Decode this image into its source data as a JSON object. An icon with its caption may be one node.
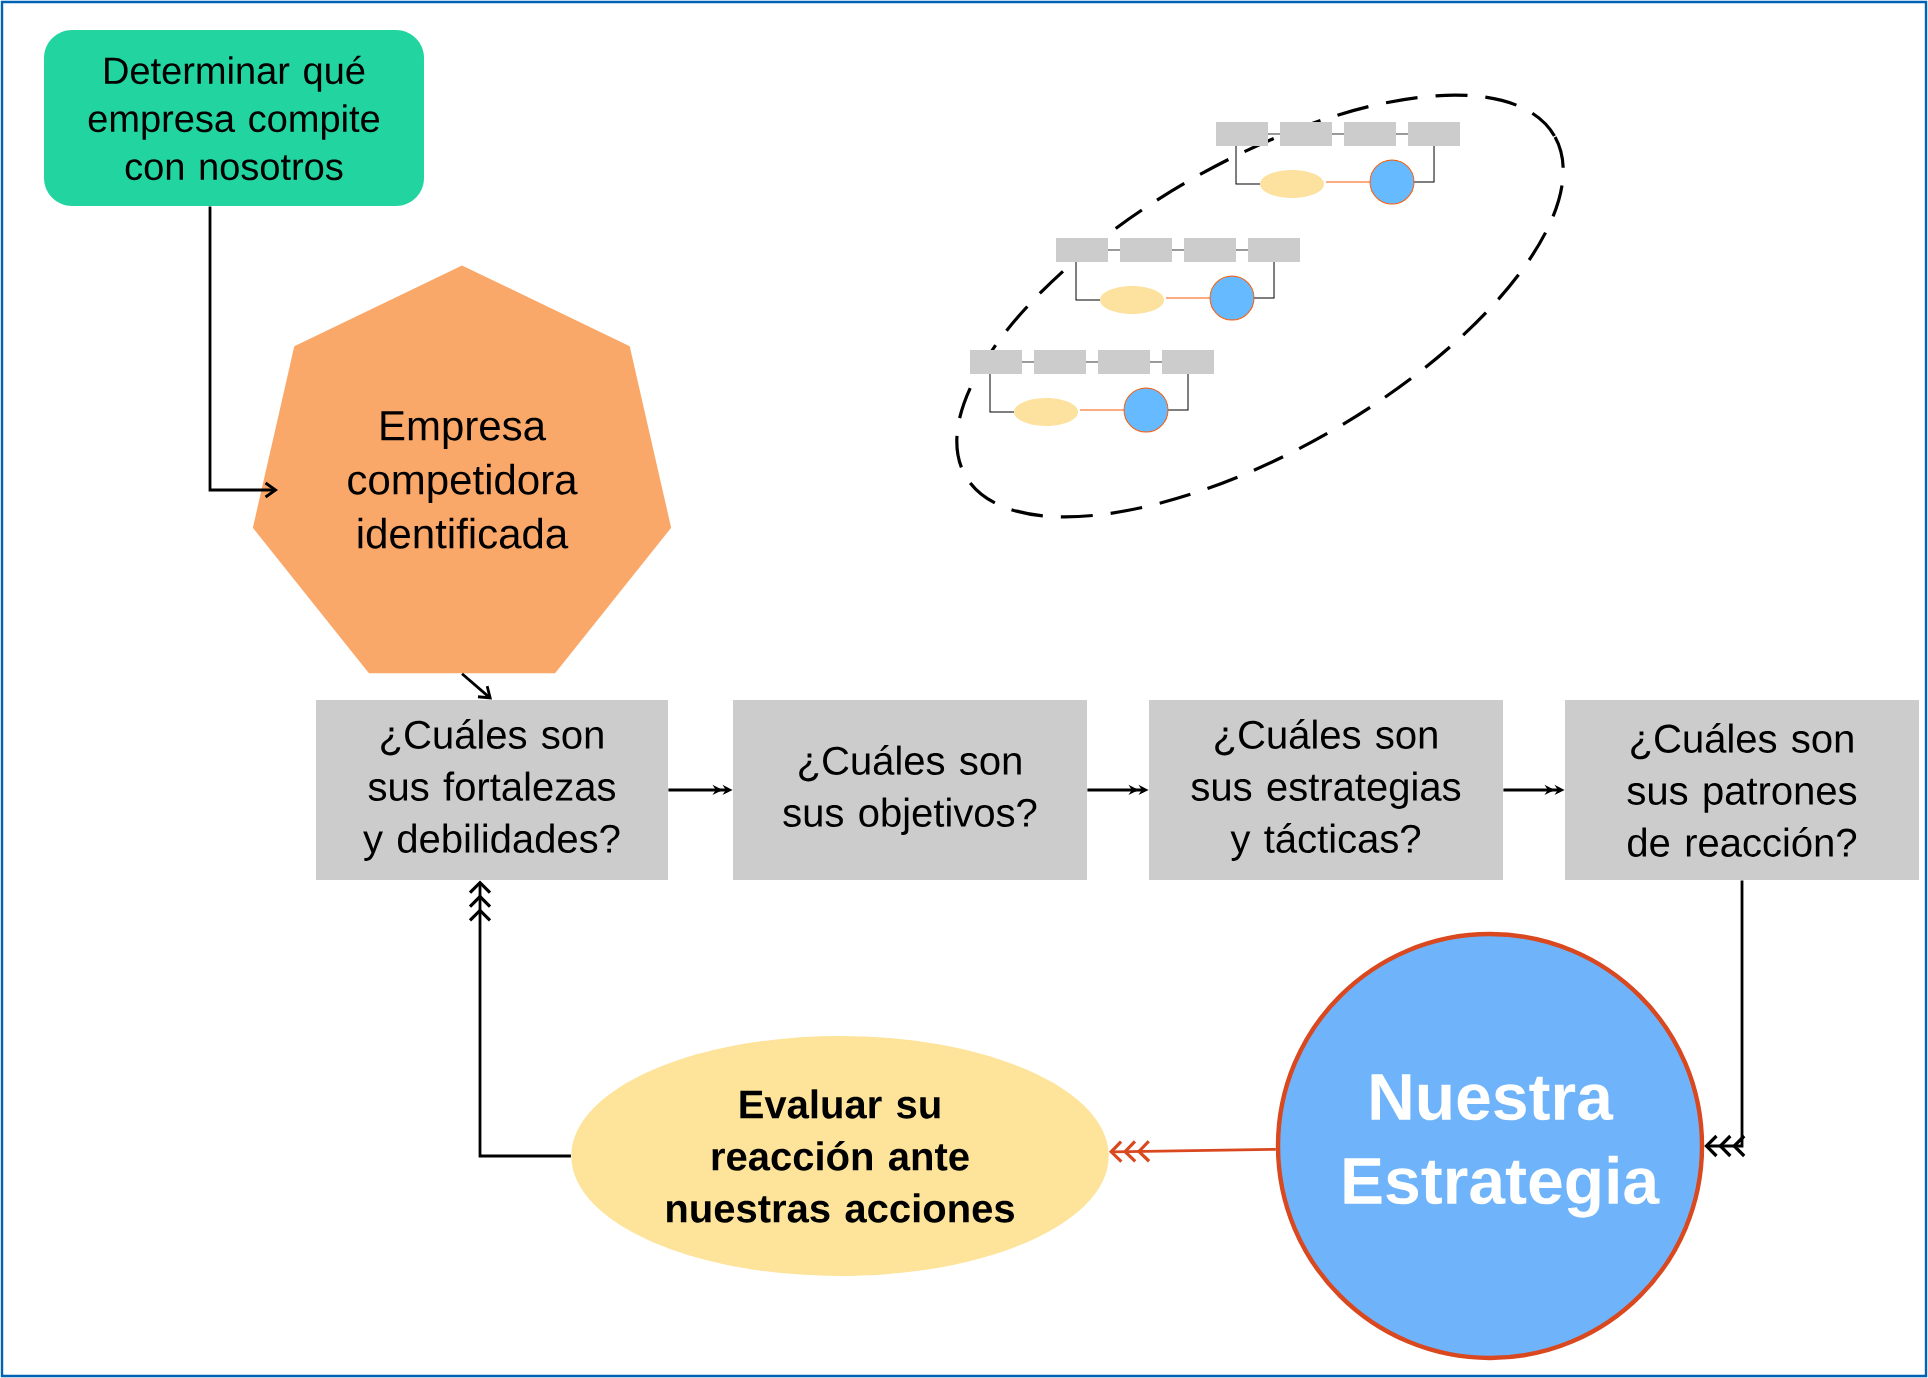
{
  "diagram": {
    "nodes": [
      {
        "text": [
          "Determinar qué empresa compite con nosotros"
        ]
      },
      {
        "text": [
          "Empresa competidora identificada"
        ]
      },
      {
        "text": [
          "¿Cuáles son sus fortalezas y debilidades?"
        ]
      },
      {
        "text": [
          "¿Cuáles son sus objetivos?"
        ]
      },
      {
        "text": [
          "¿Cuáles son sus estrategias y tácticas?"
        ]
      },
      {
        "text": [
          "¿Cuáles son sus patrones de reacción?"
        ]
      },
      {
        "text": [
          "Nuestra Estrategia"
        ]
      },
      {
        "text": [
          "Evaluar su reacción ante nuestras acciones"
        ]
      }
    ],
    "edges": [
      {
        "from": 0,
        "to": 1,
        "arrow": "to"
      },
      {
        "from": 1,
        "to": 2,
        "arrow": "to"
      },
      {
        "from": 2,
        "to": 3,
        "arrow": "to"
      },
      {
        "from": 3,
        "to": 4,
        "arrow": "to"
      },
      {
        "from": 4,
        "to": 5,
        "arrow": "to"
      },
      {
        "from": 5,
        "to": 6,
        "arrow": "to"
      },
      {
        "from": 6,
        "to": 7,
        "arrow": "to",
        "color": "#d9481f"
      },
      {
        "from": 7,
        "to": 2,
        "arrow": "to"
      }
    ]
  }
}
